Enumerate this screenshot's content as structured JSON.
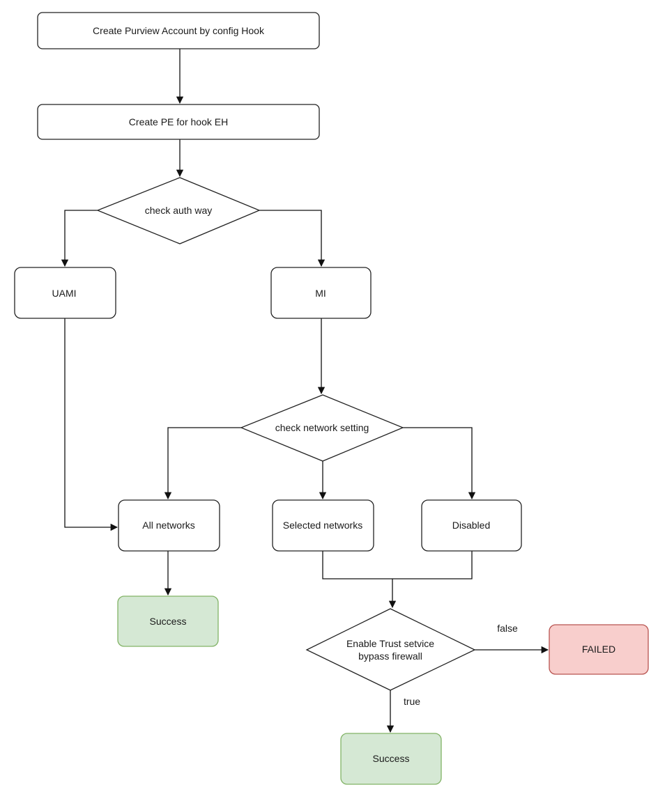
{
  "colors": {
    "success_fill": "#d5e8d4",
    "success_stroke": "#82b366",
    "failed_fill": "#f8cecc",
    "failed_stroke": "#b85450",
    "default_fill": "#ffffff",
    "default_stroke": "#222222"
  },
  "nodes": {
    "create_account": "Create Purview Account by config Hook",
    "create_pe": "Create PE for hook EH",
    "check_auth": "check auth way",
    "uami": "UAMI",
    "mi": "MI",
    "check_network": "check network setting",
    "all_networks": "All networks",
    "selected_networks": "Selected networks",
    "disabled": "Disabled",
    "success_left": "Success",
    "trust_line1": "Enable Trust setvice",
    "trust_line2": "bypass firewall",
    "failed": "FAILED",
    "success_bottom": "Success"
  },
  "edge_labels": {
    "false": "false",
    "true": "true"
  }
}
